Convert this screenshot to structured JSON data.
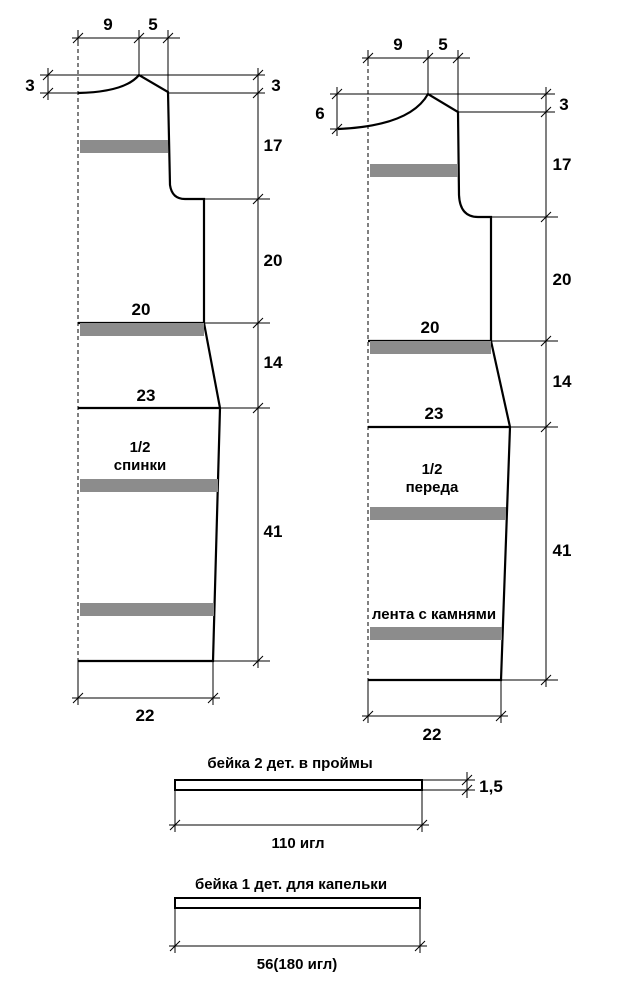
{
  "back": {
    "title_line1": "1/2",
    "title_line2": "спинки",
    "dims": {
      "neck_width": "9",
      "shoulder_width": "5",
      "neck_depth": "3",
      "shoulder_slope": "3",
      "armhole": "17",
      "upper": "20",
      "waist_section": "14",
      "lower": "41",
      "bust_width": "20",
      "waist_width": "23",
      "hem_width": "22"
    }
  },
  "front": {
    "title_line1": "1/2",
    "title_line2": "переда",
    "ribbon_label": "лента с камнями",
    "dims": {
      "neck_width": "9",
      "shoulder_width": "5",
      "neck_depth": "6",
      "shoulder_slope": "3",
      "armhole": "17",
      "upper": "20",
      "waist_section": "14",
      "lower": "41",
      "bust_width": "20",
      "waist_width": "23",
      "hem_width": "22"
    }
  },
  "binding1": {
    "label": "бейка 2 дет. в проймы",
    "height": "1,5",
    "length": "110 игл"
  },
  "binding2": {
    "label": "бейка 1 дет. для капельки",
    "length": "56(180 игл)"
  }
}
